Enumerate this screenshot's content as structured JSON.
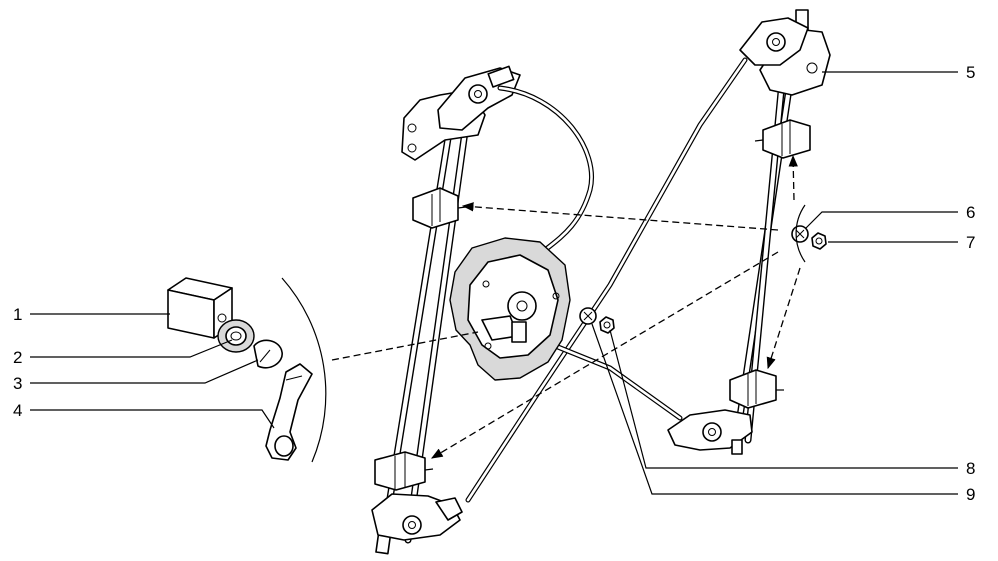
{
  "callouts": [
    {
      "id": "c1",
      "text": "1"
    },
    {
      "id": "c2",
      "text": "2"
    },
    {
      "id": "c3",
      "text": "3"
    },
    {
      "id": "c4",
      "text": "4"
    },
    {
      "id": "c5",
      "text": "5"
    },
    {
      "id": "c6",
      "text": "6"
    },
    {
      "id": "c7",
      "text": "7"
    },
    {
      "id": "c8",
      "text": "8"
    },
    {
      "id": "c9",
      "text": "9"
    }
  ]
}
